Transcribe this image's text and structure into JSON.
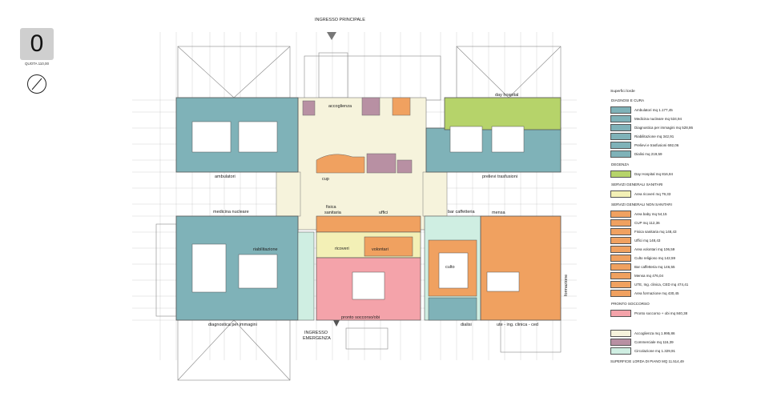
{
  "level": {
    "number": "0",
    "quota": "QUOTA 110,00"
  },
  "colors": {
    "diagnosi": "#7fb2b8",
    "degenza": "#b6d36a",
    "servizi_sanitari": "#f3f0b6",
    "servizi_non_sanitari": "#f0a160",
    "pronto_soccorso": "#f4a3aa",
    "accoglienza": "#f6f3dc",
    "commerciale": "#b890a3",
    "circolazione": "#cfeee2"
  },
  "plan_labels": {
    "ingresso_principale": "INGRESSO PRINCIPALE",
    "ingresso_emergenza_1": "INGRESSO",
    "ingresso_emergenza_2": "EMERGENZA",
    "accoglienza": "accoglienza",
    "day_hospital": "day hospital",
    "ambulatori": "ambulatori",
    "cup": "cup",
    "prelievi": "prelievi trasfusioni",
    "medicina_nucleare": "medicina nucleare",
    "fisica_1": "fisica",
    "fisica_2": "sanitaria",
    "uffici": "uffici",
    "bar_caffetteria": "bar caffetteria",
    "mensa": "mensa",
    "riabilitazione": "riabilitazione",
    "ricoveri": "ricoveri",
    "volontari": "volontari",
    "culto": "culto",
    "formazione": "formazione",
    "diagnostica": "diagnostica per immagini",
    "pronto_soccorso": "pronto soccorso/obi",
    "dialisi": "dialisi",
    "ute": "ute - ing. clinica - ced"
  },
  "legend": {
    "title": "Superfici lorde",
    "groups": [
      {
        "heading": "DIAGNOSI E CURA",
        "items": [
          {
            "label": "Ambulatori mq 1.177,45",
            "color": "#7fb2b8"
          },
          {
            "label": "Medicina nucleare mq 534,94",
            "color": "#7fb2b8"
          },
          {
            "label": "Diagnostica per immagini mq 528,86",
            "color": "#7fb2b8"
          },
          {
            "label": "Riabilitazione mq 342,91",
            "color": "#7fb2b8"
          },
          {
            "label": "Prelievi e trasfusioni 692,06",
            "color": "#7fb2b8"
          },
          {
            "label": "Dialisi mq 219,59",
            "color": "#7fb2b8"
          }
        ]
      },
      {
        "heading": "DEGENZA",
        "items": [
          {
            "label": "Day Hospital mq 816,84",
            "color": "#b6d36a"
          }
        ]
      },
      {
        "heading": "SERVIZI GENERALI SANITARI",
        "items": [
          {
            "label": "Area ricoveri mq 79,33",
            "color": "#f3f0b6"
          }
        ]
      },
      {
        "heading": "SERVIZI GENERALI NON SANITARI",
        "items": [
          {
            "label": "Area baby mq 54,15",
            "color": "#f0a160"
          },
          {
            "label": "CUP mq 112,36",
            "color": "#f0a160"
          },
          {
            "label": "Fisica sanitaria mq 148,43",
            "color": "#f0a160"
          },
          {
            "label": "Uffici mq 148,43",
            "color": "#f0a160"
          },
          {
            "label": "Area volontari mq 106,59",
            "color": "#f0a160"
          },
          {
            "label": "Culto religioso mq 142,59",
            "color": "#f0a160"
          },
          {
            "label": "Bar caffetteria mq 146,55",
            "color": "#f0a160"
          },
          {
            "label": "Mensa mq 476,04",
            "color": "#f0a160"
          },
          {
            "label": "UTE, Ing. clinica, CED mq 474,41",
            "color": "#f0a160"
          },
          {
            "label": "Area formazione mq 430,45",
            "color": "#f0a160"
          }
        ]
      },
      {
        "heading": "PRONTO SOCCORSO",
        "items": [
          {
            "label": "Pronto soccorso + obi mq 840,38",
            "color": "#f4a3aa"
          }
        ]
      },
      {
        "heading": "",
        "items": [
          {
            "label": "Accoglienza mq 1.995,86",
            "color": "#f6f3dc"
          },
          {
            "label": "Commerciale mq 116,39",
            "color": "#b890a3"
          },
          {
            "label": "Circolazione mq 1.329,91",
            "color": "#cfeee2"
          }
        ]
      }
    ],
    "total": "SUPERFICIE LORDA DI PIANO MQ 11.514,49"
  }
}
